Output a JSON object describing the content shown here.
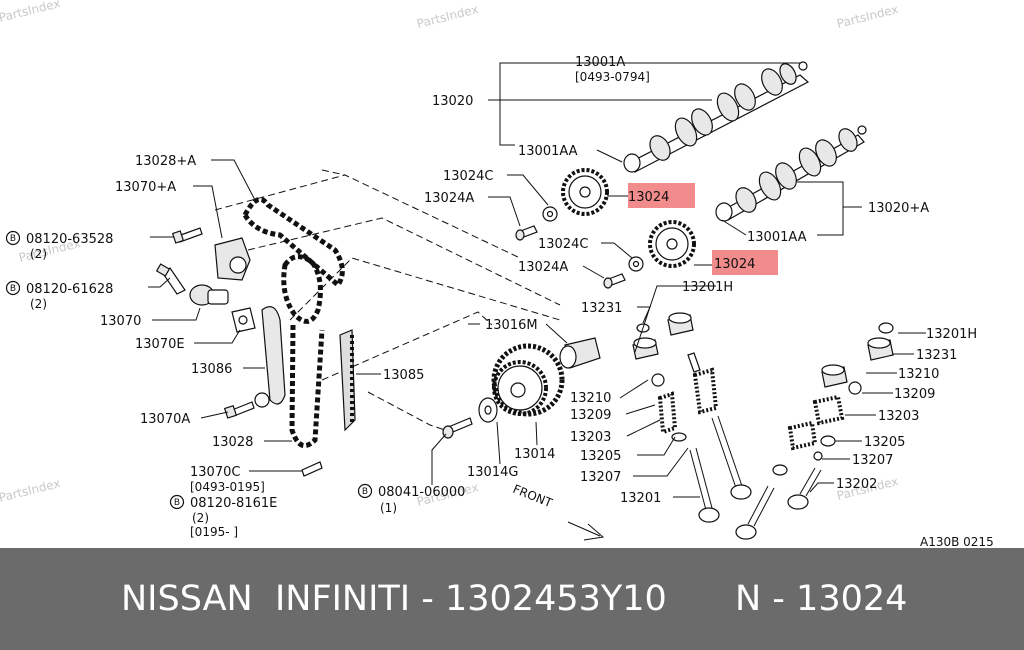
{
  "watermarks": [
    "PartsIndex",
    "PartsIndex",
    "PartsIndex",
    "PartsIndex",
    "PartsIndex",
    "PartsIndex",
    "PartsIndex"
  ],
  "part_labels": {
    "p13001A": "13001A",
    "p0493_0794": "[0493-0794]",
    "p13020": "13020",
    "p13001AA_top": "13001AA",
    "p13024C_top": "13024C",
    "p13024A_top": "13024A",
    "p13024_top": "13024",
    "p13020plusA": "13020+A",
    "p13001AA_right": "13001AA",
    "p13024C_mid": "13024C",
    "p13024A_mid": "13024A",
    "p13024_mid": "13024",
    "p13028plusA": "13028+A",
    "p13070plusA": "13070+A",
    "p08120_63528": "08120-63528",
    "qty2_a": "(2)",
    "p08120_61628": "08120-61628",
    "qty2_b": "(2)",
    "p13070": "13070",
    "p13070E": "13070E",
    "p13086": "13086",
    "p13070A": "13070A",
    "p13028": "13028",
    "p13070C": "13070C",
    "p0493_0195": "[0493-0195]",
    "p08120_8161E": "08120-8161E",
    "qty2_c": "(2)",
    "p0195": "[0195-     ]",
    "p13085": "13085",
    "p13016M": "13016M",
    "p13231_left": "13231",
    "p13201H_top": "13201H",
    "p13210_left": "13210",
    "p13209_left": "13209",
    "p13203_left": "13203",
    "p13205_left": "13205",
    "p13207_left": "13207",
    "p13201_left": "13201",
    "p13014": "13014",
    "p13014G": "13014G",
    "p08041_06000": "08041-06000",
    "qty1": "(1)",
    "front": "FRONT",
    "p13201H_right": "13201H",
    "p13231_right": "13231",
    "p13210_right": "13210",
    "p13209_right": "13209",
    "p13203_right": "13203",
    "p13205_right": "13205",
    "p13207_right": "13207",
    "p13202": "13202",
    "code": "A130B 0215",
    "circle_b": "B"
  },
  "footer": {
    "brand": "NISSAN  INFINITI - 1302453Y10",
    "part": "N - 13024"
  },
  "colors": {
    "highlight": "#f28c8c",
    "footer_bg": "#6b6b6b",
    "footer_text": "#ffffff",
    "watermark": "#c9c9c9"
  }
}
